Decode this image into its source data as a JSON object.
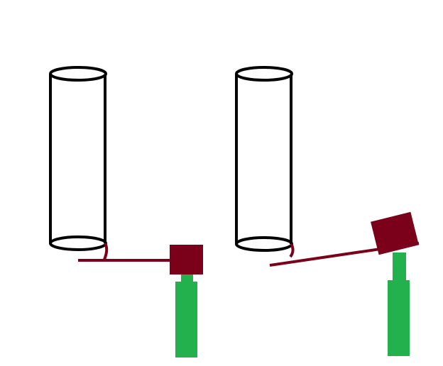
{
  "colors": {
    "background": "#ffffff",
    "outline": "#000000",
    "lever": "#7b0019",
    "block": "#7b0019",
    "post": "#22b14c"
  },
  "panels": [
    {
      "state": "level",
      "lever_tilt_deg": 0
    },
    {
      "state": "tilted",
      "lever_tilt_deg": 14
    }
  ]
}
